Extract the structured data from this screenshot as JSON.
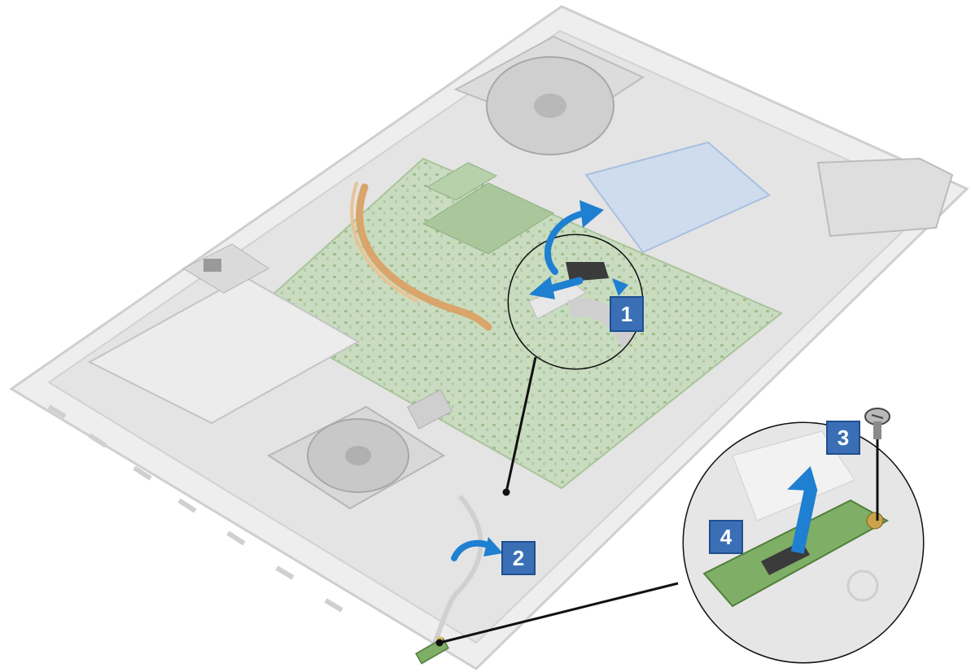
{
  "steps": [
    {
      "id": 1,
      "label": "1"
    },
    {
      "id": 2,
      "label": "2"
    },
    {
      "id": 3,
      "label": "3"
    },
    {
      "id": 4,
      "label": "4"
    }
  ],
  "colors": {
    "callout_fill": "#3a6fb5",
    "callout_edge": "#1f4f8f",
    "arrow_blue": "#1f7fd1",
    "board_green": "#6f9f5a",
    "copper": "#d9a56a",
    "chassis": "#e6e6e6",
    "chassis_edge": "#c8c8c8",
    "leader": "#111111"
  },
  "icons": {
    "lift_arrow": "up-arrow-icon",
    "rotate_arrow": "curved-arrow-icon",
    "slide_arrow": "left-arrow-icon",
    "screw": "screw-icon"
  }
}
